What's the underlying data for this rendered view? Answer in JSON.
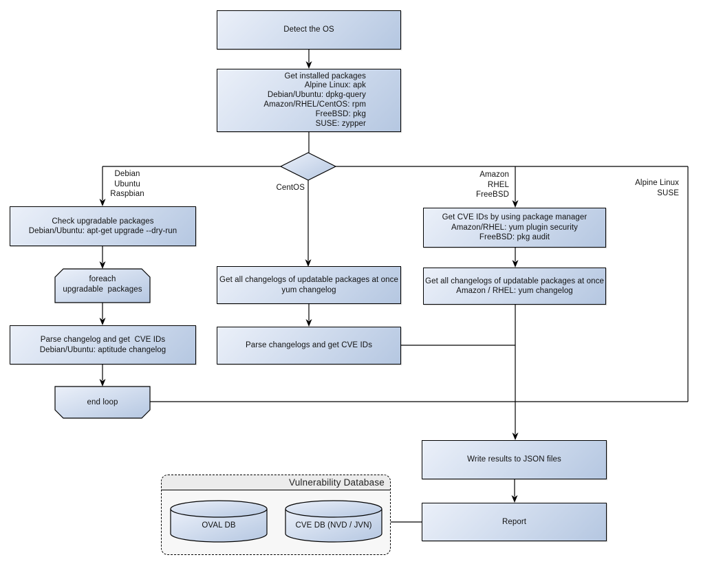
{
  "diagram_title": "OS vulnerability scan flowchart",
  "colors": {
    "node_fill_light": "#ebf0f9",
    "node_fill_dark": "#b5c7e1",
    "node_outline": "#000000",
    "connector": "#000000",
    "db_panel_fill": "#f7f7f7",
    "db_header_fill": "#ececec"
  },
  "nodes": {
    "detect_os": "Detect the OS",
    "get_installed_packages": "Get installed packages\nAlpine Linux: apk\nDebian/Ubuntu: dpkg-query\nAmazon/RHEL/CentOS: rpm\nFreeBSD: pkg\nSUSE: zypper",
    "check_upgradable": "Check upgradable packages\nDebian/Ubuntu: apt-get upgrade --dry-run",
    "foreach_loop": "foreach\nupgradable  packages",
    "parse_changelog_deb": "Parse changelog and get  CVE IDs\nDebian/Ubuntu: aptitude changelog",
    "end_loop": "end loop",
    "get_changelogs_yum": "Get all changelogs of updatable packages at once\nyum changelog",
    "parse_changelogs": "Parse changelogs and get CVE IDs",
    "get_cve_ids_pkg_mgr": "Get CVE IDs by using package manager\nAmazon/RHEL: yum plugin security\nFreeBSD: pkg audit",
    "get_changelogs_amazon": "Get all changelogs of updatable packages at once\nAmazon / RHEL: yum changelog",
    "write_results": "Write results to JSON files",
    "report": "Report"
  },
  "branch_labels": {
    "debian": "Debian\nUbuntu\nRaspbian",
    "centos": "CentOS",
    "amazon": "Amazon\nRHEL\nFreeBSD",
    "alpine": "Alpine Linux\nSUSE"
  },
  "database": {
    "title": "Vulnerability Database",
    "oval_db": "OVAL DB",
    "cve_db": "CVE DB (NVD / JVN)"
  }
}
